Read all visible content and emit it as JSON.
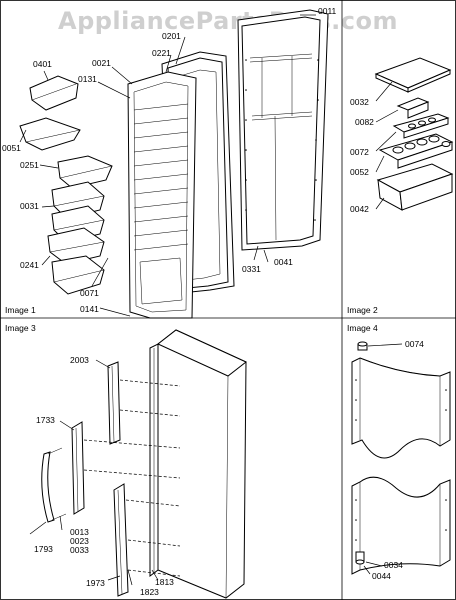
{
  "watermark": "AppliancePartsPros.com",
  "panels": {
    "image1": "Image 1",
    "image2": "Image 2",
    "image3": "Image 3",
    "image4": "Image 4"
  },
  "parts": {
    "p0011": "0011",
    "p0201": "0201",
    "p0221": "0221",
    "p0021": "0021",
    "p0131": "0131",
    "p0401": "0401",
    "p0051": "0051",
    "p0251": "0251",
    "p0031": "0031",
    "p0241": "0241",
    "p0071": "0071",
    "p0141": "0141",
    "p0331": "0331",
    "p0041": "0041",
    "p0032": "0032",
    "p0082": "0082",
    "p0072": "0072",
    "p0052": "0052",
    "p0042": "0042",
    "p2003": "2003",
    "p1733": "1733",
    "p0013": "0013",
    "p0023": "0023",
    "p0033": "0033",
    "p1793": "1793",
    "p1973": "1973",
    "p1823": "1823",
    "p1813": "1813",
    "p0074": "0074",
    "p0034": "0034",
    "p0044": "0044"
  }
}
